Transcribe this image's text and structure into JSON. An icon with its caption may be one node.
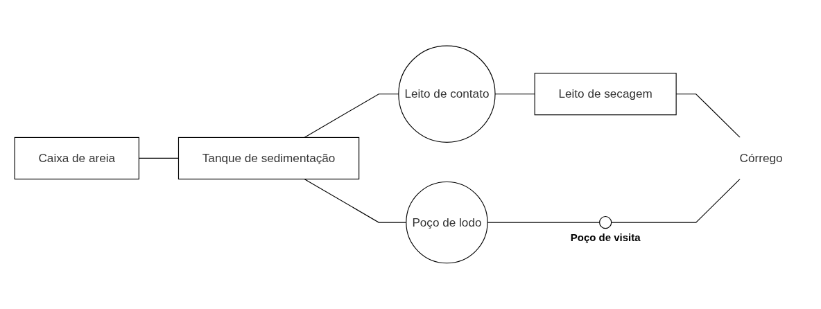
{
  "diagram": {
    "nodes": [
      {
        "text": [
          "Caixa de areia"
        ]
      },
      {
        "text": [
          "Tanque de sedimentação"
        ]
      },
      {
        "text": [
          "Leito de contato"
        ]
      },
      {
        "text": [
          "Leito de secagem"
        ]
      },
      {
        "text": [
          "Poço de lodo"
        ]
      },
      {
        "text": [],
        "shape": "circle",
        "beside": [
          "Poço de visita"
        ]
      },
      {
        "text": [
          "Córrego"
        ]
      }
    ],
    "edges": [
      {
        "from": 0,
        "to": 1,
        "arrow": "none"
      },
      {
        "from": 1,
        "to": 2,
        "arrow": "none"
      },
      {
        "from": 2,
        "to": 3,
        "arrow": "none"
      },
      {
        "from": 1,
        "to": 4,
        "arrow": "none"
      },
      {
        "from": 3,
        "to": 6,
        "arrow": "none"
      },
      {
        "from": 4,
        "to": 5,
        "arrow": "none"
      },
      {
        "from": 5,
        "to": 6,
        "arrow": "none"
      }
    ]
  }
}
